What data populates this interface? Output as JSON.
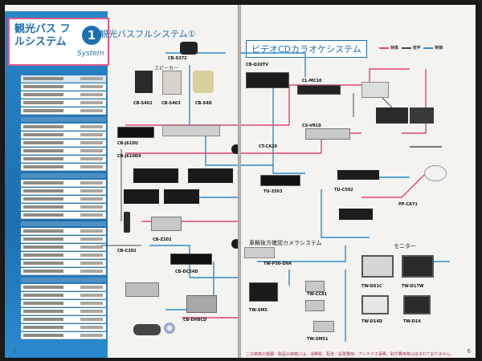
{
  "left_page": {
    "title": "観光バス フルシステム",
    "title_number": "1",
    "title_sub": "System",
    "header": "観光バスフルシステム①",
    "page_number": "5",
    "products": {
      "speaker_top": "CB-S372",
      "speaker_label": "スピーカー",
      "speaker_a": "CB-S462",
      "speaker_b": "CB-S463",
      "speaker_c": "CB-S4D",
      "amp1": "CB-J610U",
      "amp2": "CB-J610DX",
      "remote": "CB-C202",
      "player": "CB-Z202",
      "tuner": "CB-DC24D",
      "disc": "CB-DH8CD"
    }
  },
  "right_page": {
    "header": "ビデオCDカラオケシステム",
    "legend": [
      "映像",
      "音声",
      "制御"
    ],
    "page_number": "6",
    "products": {
      "mixer": "CB-Q20TV",
      "karaoke": "CL-MC10",
      "unit": "CS-VR10",
      "switch": "CT-CA20",
      "vcd": "TU-3503",
      "tv_tuner": "TU-C502",
      "disc_player": "PP-CA71",
      "camera_sys": "TW-P50-D9A",
      "monitor_a": "TW-DS1C",
      "monitor_b": "TW-D17W",
      "monitor_c": "TW-D14D",
      "monitor_d": "TW-D14",
      "cam_a": "TW-SM5",
      "cam_b": "TW-CC81",
      "cam_c": "TW-SM51"
    },
    "camera_title": "車輌後方確認カメラシステム",
    "monitor_title": "モニター",
    "footer": "この価格の機器・製品の価格には、消費税、配送・設置費用、アンテナ工事費、取付費用等は含まれておりません。"
  }
}
